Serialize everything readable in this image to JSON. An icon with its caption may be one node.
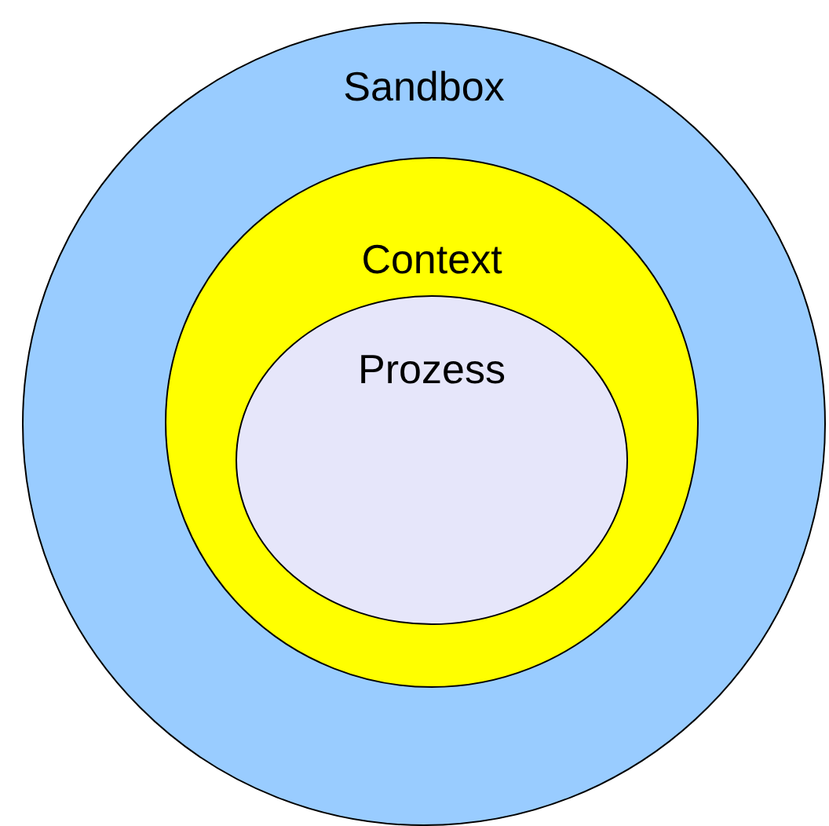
{
  "diagram": {
    "nodes": [
      {
        "text": [
          "Sandbox"
        ]
      },
      {
        "text": [
          "Context"
        ],
        "in": 0
      },
      {
        "text": [
          "Prozess"
        ],
        "in": 1
      }
    ]
  }
}
